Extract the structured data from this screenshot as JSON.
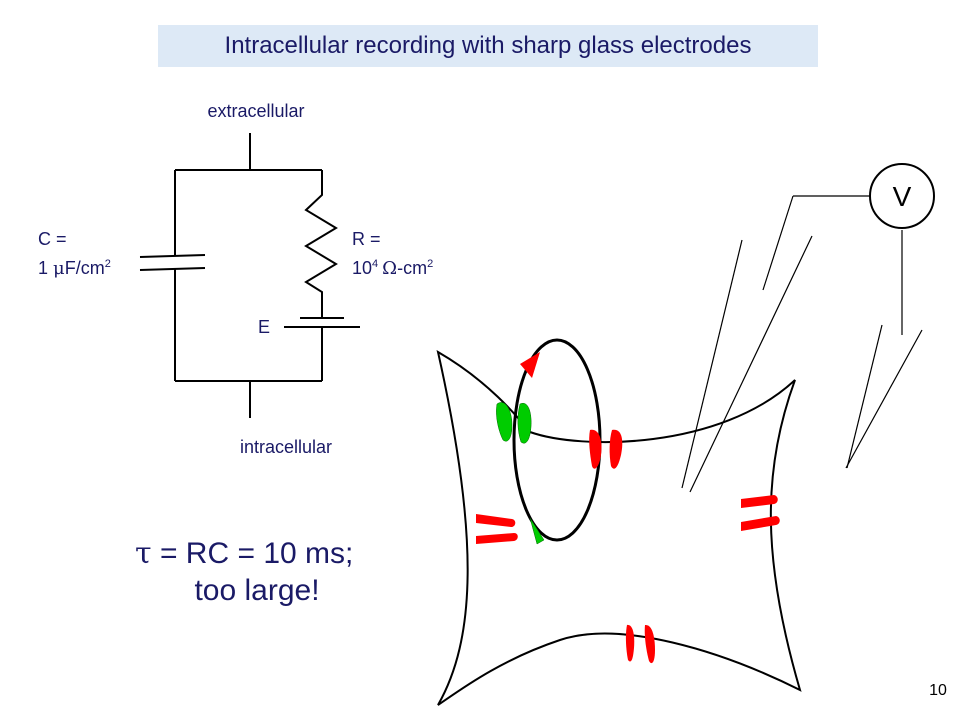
{
  "title": "Intracellular recording with sharp glass electrodes",
  "circuit": {
    "top_label": "extracellular",
    "bottom_label": "intracellular",
    "capacitor": {
      "line1": "C =",
      "line2_prefix": "1 ",
      "line2_symbol": "μ",
      "line2_unit": "F/cm",
      "line2_sup": "2"
    },
    "resistor": {
      "line1": "R =",
      "line2_base": "10",
      "line2_exp": "4",
      "line2_symbol": "Ω",
      "line2_unit": "-cm",
      "line2_sup": "2"
    },
    "battery_label": "E"
  },
  "equation": {
    "tau_symbol": "τ",
    "line1_rest": " = RC = 10 ms;",
    "line2": "too large!"
  },
  "voltmeter_label": "V",
  "page_number": "10",
  "colors": {
    "title_bg": "#dde9f6",
    "text": "#1a1a66",
    "channel_red": "#ff0000",
    "channel_green": "#00cc00"
  }
}
